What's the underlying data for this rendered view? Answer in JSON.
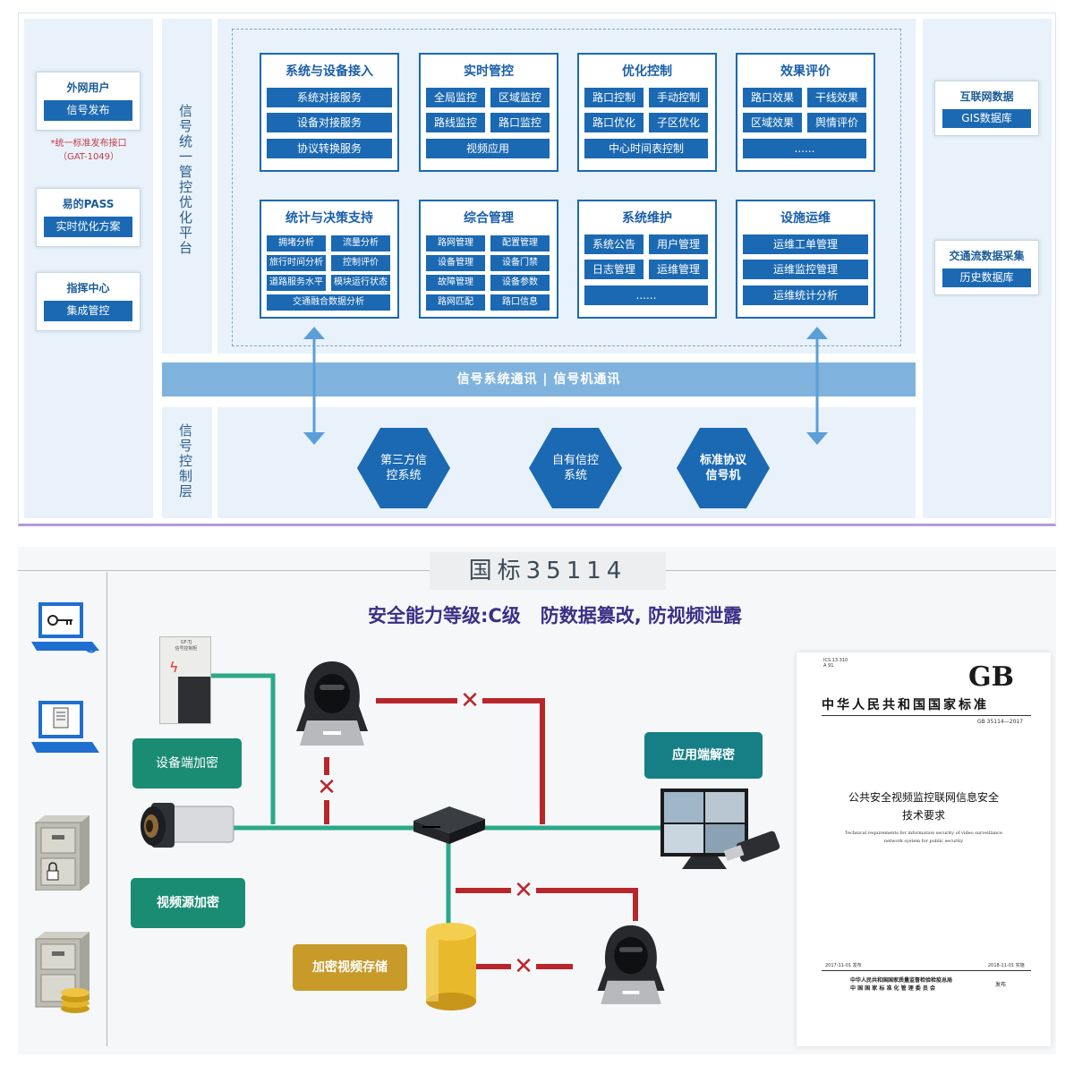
{
  "top": {
    "left_panel": {
      "external_users": {
        "title": "外网用户",
        "button": "信号发布"
      },
      "note": "*统一标准发布接口\n（GAT-1049）",
      "easy_pass": {
        "title": "易的PASS",
        "button": "实时优化方案"
      },
      "command_center": {
        "title": "指挥中心",
        "button": "集成管控"
      }
    },
    "platform_label": "信号统一管控优化平台",
    "control_layer_label": "信号控制层",
    "modules": [
      {
        "title": "系统与设备接入",
        "items": [
          "系统对接服务",
          "设备对接服务",
          "协议转换服务"
        ]
      },
      {
        "title": "实时管控",
        "items": [
          "全局监控",
          "区域监控",
          "路线监控",
          "路口监控",
          "视频应用"
        ]
      },
      {
        "title": "优化控制",
        "items": [
          "路口控制",
          "手动控制",
          "路口优化",
          "子区优化",
          "中心时间表控制"
        ]
      },
      {
        "title": "效果评价",
        "items": [
          "路口效果",
          "干线效果",
          "区域效果",
          "舆情评价",
          "......"
        ]
      },
      {
        "title": "统计与决策支持",
        "items": [
          "拥堵分析",
          "流量分析",
          "旅行时间分析",
          "控制评价",
          "道路服务水平",
          "模块运行状态",
          "交通融合数据分析"
        ]
      },
      {
        "title": "综合管理",
        "items": [
          "路网管理",
          "配置管理",
          "设备管理",
          "设备门禁",
          "故障管理",
          "设备参数",
          "路网匹配",
          "路口信息"
        ]
      },
      {
        "title": "系统维护",
        "items": [
          "系统公告",
          "用户管理",
          "日志管理",
          "运维管理",
          "......"
        ]
      },
      {
        "title": "设施运维",
        "items": [
          "运维工单管理",
          "运维监控管理",
          "运维统计分析"
        ]
      }
    ],
    "comm_bar": "信号系统通讯 | 信号机通讯",
    "hexagons": [
      "第三方信\n控系统",
      "自有信控\n系统",
      "标准协议\n信号机"
    ],
    "right_panel": {
      "internet": {
        "title": "互联网数据",
        "button": "GIS数据库"
      },
      "traffic": {
        "title": "交通流数据采集",
        "button": "历史数据库"
      }
    }
  },
  "bottom": {
    "header": "国标35114",
    "subtitle": "安全能力等级:C级   防数据篡改, 防视频泄露",
    "labels": {
      "device_encrypt": "设备端加密",
      "source_encrypt": "视频源加密",
      "storage": "加密视频存储",
      "app_decrypt": "应用端解密"
    },
    "cross_mark": "✕",
    "cabinet_caption": "GF-TJ\n信号控制柜",
    "document": {
      "ics": "ICS 13.310\nA 91",
      "logo": "GB",
      "org": "中华人民共和国国家标准",
      "code": "GB 35114—2017",
      "title_cn": "公共安全视频监控联网信息安全\n技术要求",
      "title_en": "Technical requirements for information security of video surveillance\nnetwork system for public security",
      "release_date": "2017-11-01 发布",
      "impl_date": "2018-11-01 实施",
      "issuer": "中华人民共和国国家质量监督检验检疫总局\n中 国 国 家 标 准 化 管 理 委 员 会",
      "issue_word": "发布"
    }
  },
  "colors": {
    "blue": "#1b69b3",
    "panel": "#e9f2fa",
    "green": "#1a8c74",
    "red": "#b8262b",
    "teal": "#167f86",
    "gold": "#c79a2a"
  }
}
